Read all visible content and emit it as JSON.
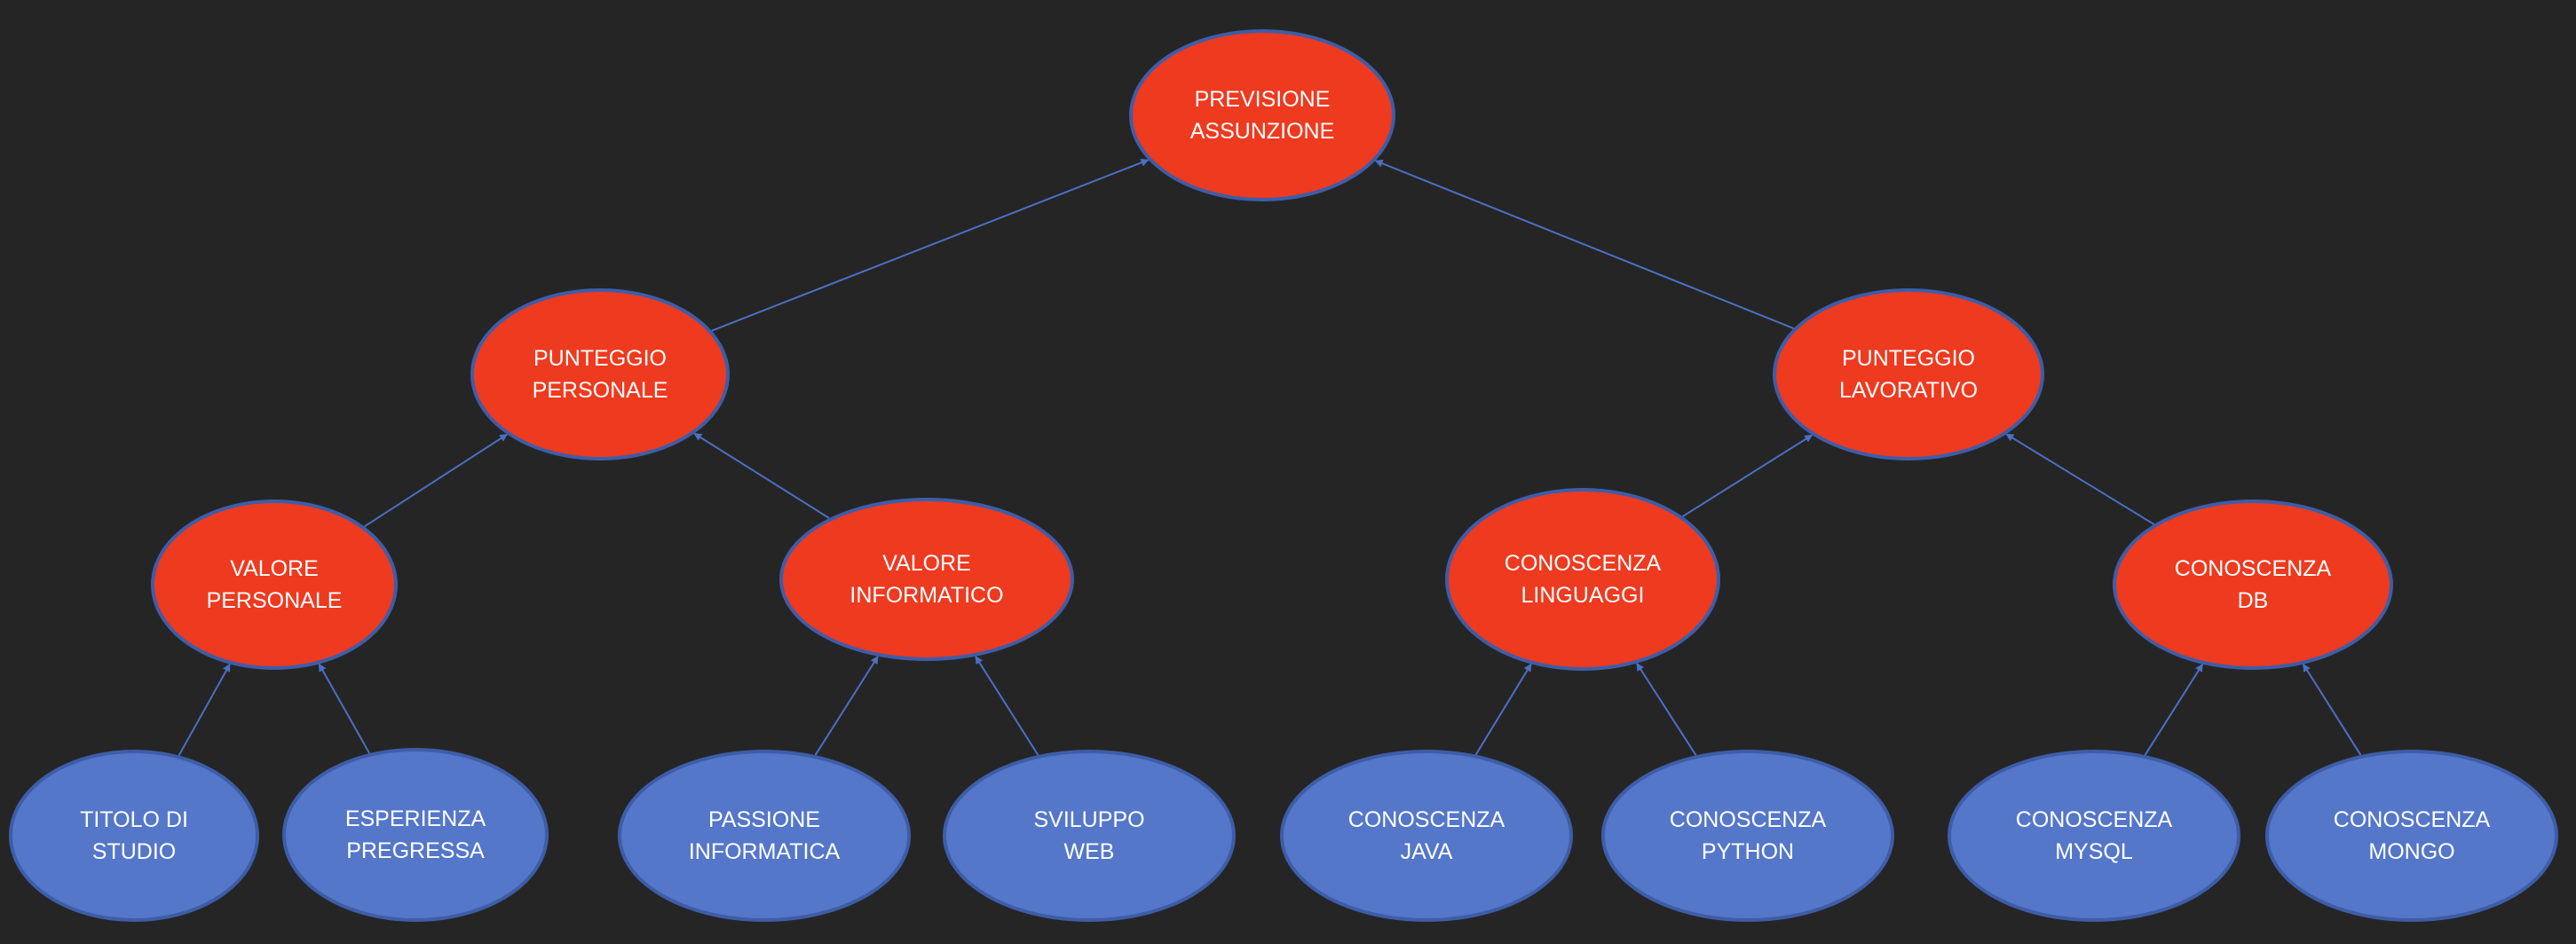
{
  "colors": {
    "background": "#252525",
    "parent_node_fill": "#EE3A1F",
    "leaf_node_fill": "#5577C9",
    "node_border": "#3E5DA8",
    "arrow": "#4A6FC4",
    "text": "#FFFFFF"
  },
  "nodes": {
    "previsione_assunzione": "PREVISIONE\nASSUNZIONE",
    "punteggio_personale": "PUNTEGGIO\nPERSONALE",
    "punteggio_lavorativo": "PUNTEGGIO\nLAVORATIVO",
    "valore_personale": "VALORE\nPERSONALE",
    "valore_informatico": "VALORE\nINFORMATICO",
    "conoscenza_linguaggi": "CONOSCENZA\nLINGUAGGI",
    "conoscenza_db": "CONOSCENZA\nDB",
    "titolo_di_studio": "TITOLO DI\nSTUDIO",
    "esperienza_pregressa": "ESPERIENZA\nPREGRESSA",
    "passione_informatica": "PASSIONE\nINFORMATICA",
    "sviluppo_web": "SVILUPPO\nWEB",
    "conoscenza_java": "CONOSCENZA\nJAVA",
    "conoscenza_python": "CONOSCENZA\nPYTHON",
    "conoscenza_mysql": "CONOSCENZA\nMYSQL",
    "conoscenza_mongo": "CONOSCENZA\nMONGO"
  },
  "edges": [
    {
      "from": "punteggio_personale",
      "to": "previsione_assunzione"
    },
    {
      "from": "punteggio_lavorativo",
      "to": "previsione_assunzione"
    },
    {
      "from": "valore_personale",
      "to": "punteggio_personale"
    },
    {
      "from": "valore_informatico",
      "to": "punteggio_personale"
    },
    {
      "from": "conoscenza_linguaggi",
      "to": "punteggio_lavorativo"
    },
    {
      "from": "conoscenza_db",
      "to": "punteggio_lavorativo"
    },
    {
      "from": "titolo_di_studio",
      "to": "valore_personale"
    },
    {
      "from": "esperienza_pregressa",
      "to": "valore_personale"
    },
    {
      "from": "passione_informatica",
      "to": "valore_informatico"
    },
    {
      "from": "sviluppo_web",
      "to": "valore_informatico"
    },
    {
      "from": "conoscenza_java",
      "to": "conoscenza_linguaggi"
    },
    {
      "from": "conoscenza_python",
      "to": "conoscenza_linguaggi"
    },
    {
      "from": "conoscenza_mysql",
      "to": "conoscenza_db"
    },
    {
      "from": "conoscenza_mongo",
      "to": "conoscenza_db"
    }
  ]
}
